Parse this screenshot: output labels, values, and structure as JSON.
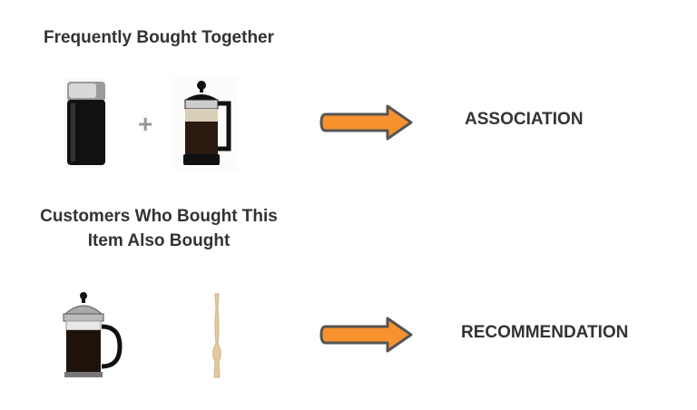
{
  "section1": {
    "heading": "Frequently Bought Together",
    "operator": "+",
    "result_label": "ASSOCIATION"
  },
  "section2": {
    "heading_line1": "Customers Who Bought This",
    "heading_line2": "Item Also Bought",
    "result_label": "RECOMMENDATION"
  },
  "colors": {
    "arrow_fill": "#F7922E",
    "arrow_stroke": "#555555",
    "text": "#333333"
  }
}
